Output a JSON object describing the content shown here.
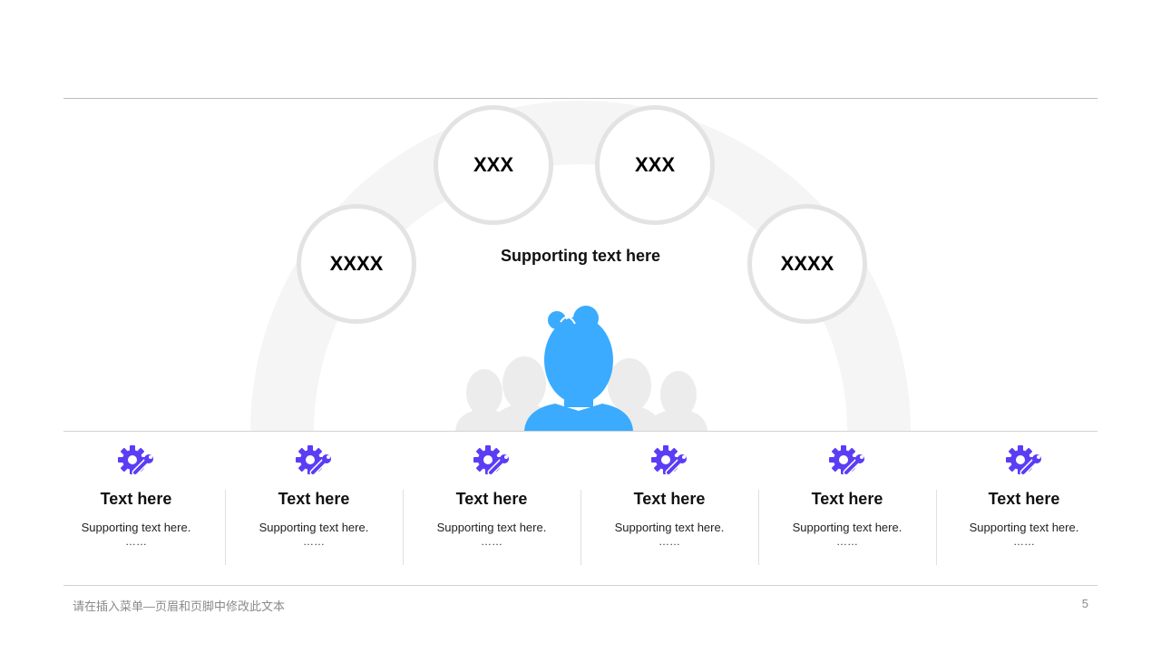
{
  "bubbles": {
    "left": "XXXX",
    "top_left": "XXX",
    "top_right": "XXX",
    "right": "XXXX"
  },
  "center_text": "Supporting text here",
  "columns": [
    {
      "title": "Text here",
      "subtitle": "Supporting  text here.",
      "dots": "……"
    },
    {
      "title": "Text here",
      "subtitle": "Supporting  text here.",
      "dots": "……"
    },
    {
      "title": "Text here",
      "subtitle": "Supporting  text here.",
      "dots": "……"
    },
    {
      "title": "Text here",
      "subtitle": "Supporting  text here.",
      "dots": "……"
    },
    {
      "title": "Text here",
      "subtitle": "Supporting  text here.",
      "dots": "……"
    },
    {
      "title": "Text here",
      "subtitle": "Supporting  text here.",
      "dots": "……"
    }
  ],
  "icons": {
    "gear": "gear-wrench-icon",
    "people": "people-group-icon"
  },
  "colors": {
    "accent": "#5b3df5",
    "figure": "#3aabff",
    "ring": "#e3e3e3"
  },
  "footer": {
    "text": "请在插入菜单—页眉和页脚中修改此文本",
    "page_number": "5"
  }
}
